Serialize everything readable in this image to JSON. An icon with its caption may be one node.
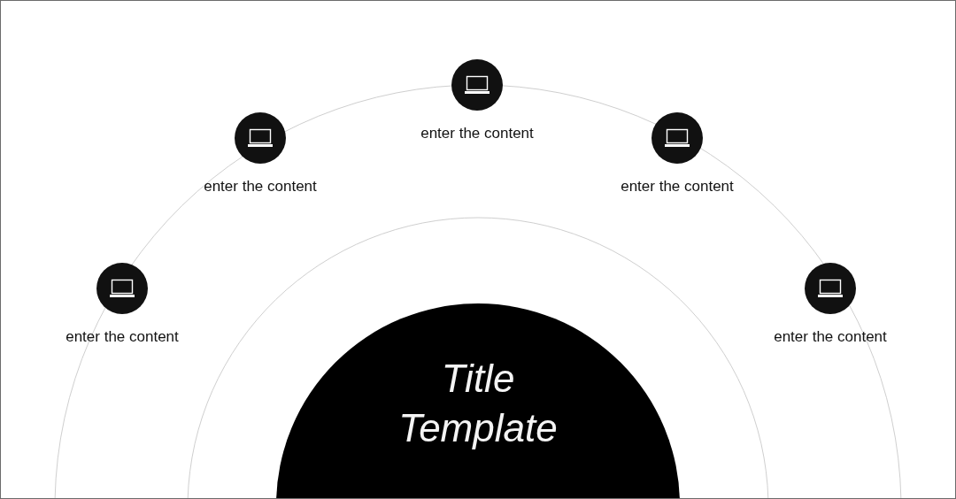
{
  "diagram": {
    "nodes": [
      {
        "text": [
          "enter the content"
        ]
      },
      {
        "text": [
          "enter the content"
        ]
      },
      {
        "text": [
          "enter the content"
        ]
      },
      {
        "text": [
          "enter the content"
        ]
      },
      {
        "text": [
          "enter the content"
        ]
      },
      {
        "text": [
          "Title Template"
        ]
      }
    ]
  }
}
